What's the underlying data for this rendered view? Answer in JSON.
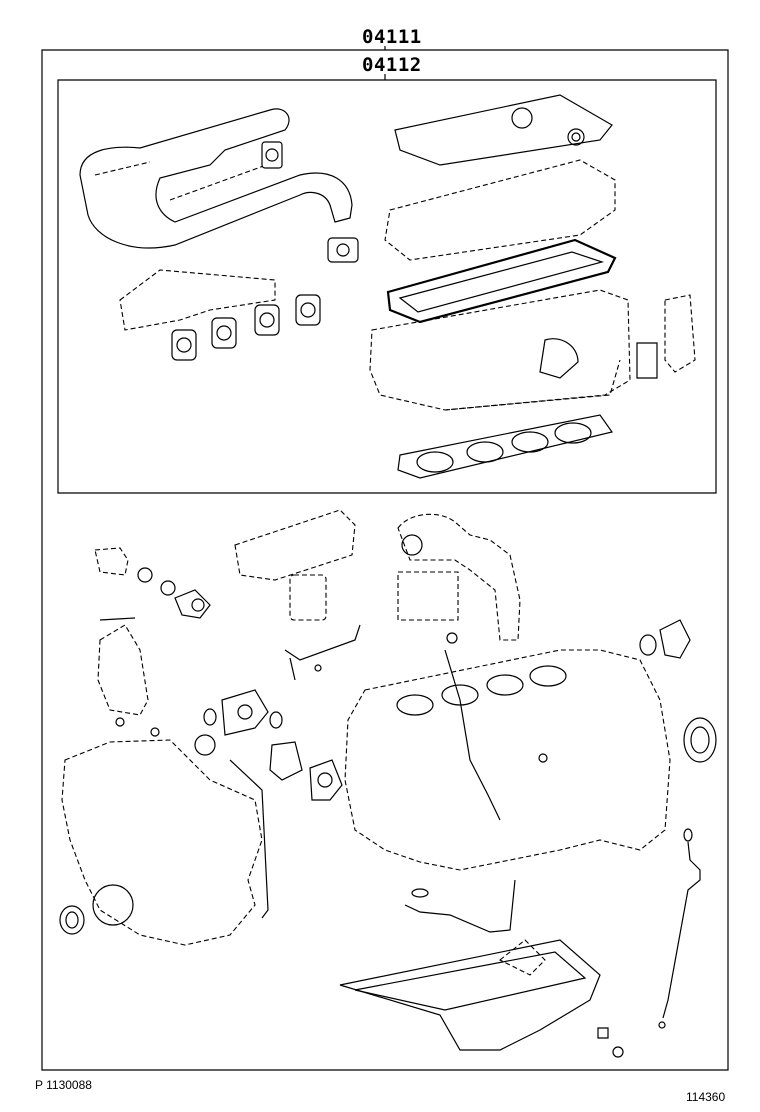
{
  "diagram": {
    "outer_label": "04111",
    "inner_label": "04112"
  },
  "footer": {
    "left_code": "P 1130088",
    "right_code": "114360"
  }
}
